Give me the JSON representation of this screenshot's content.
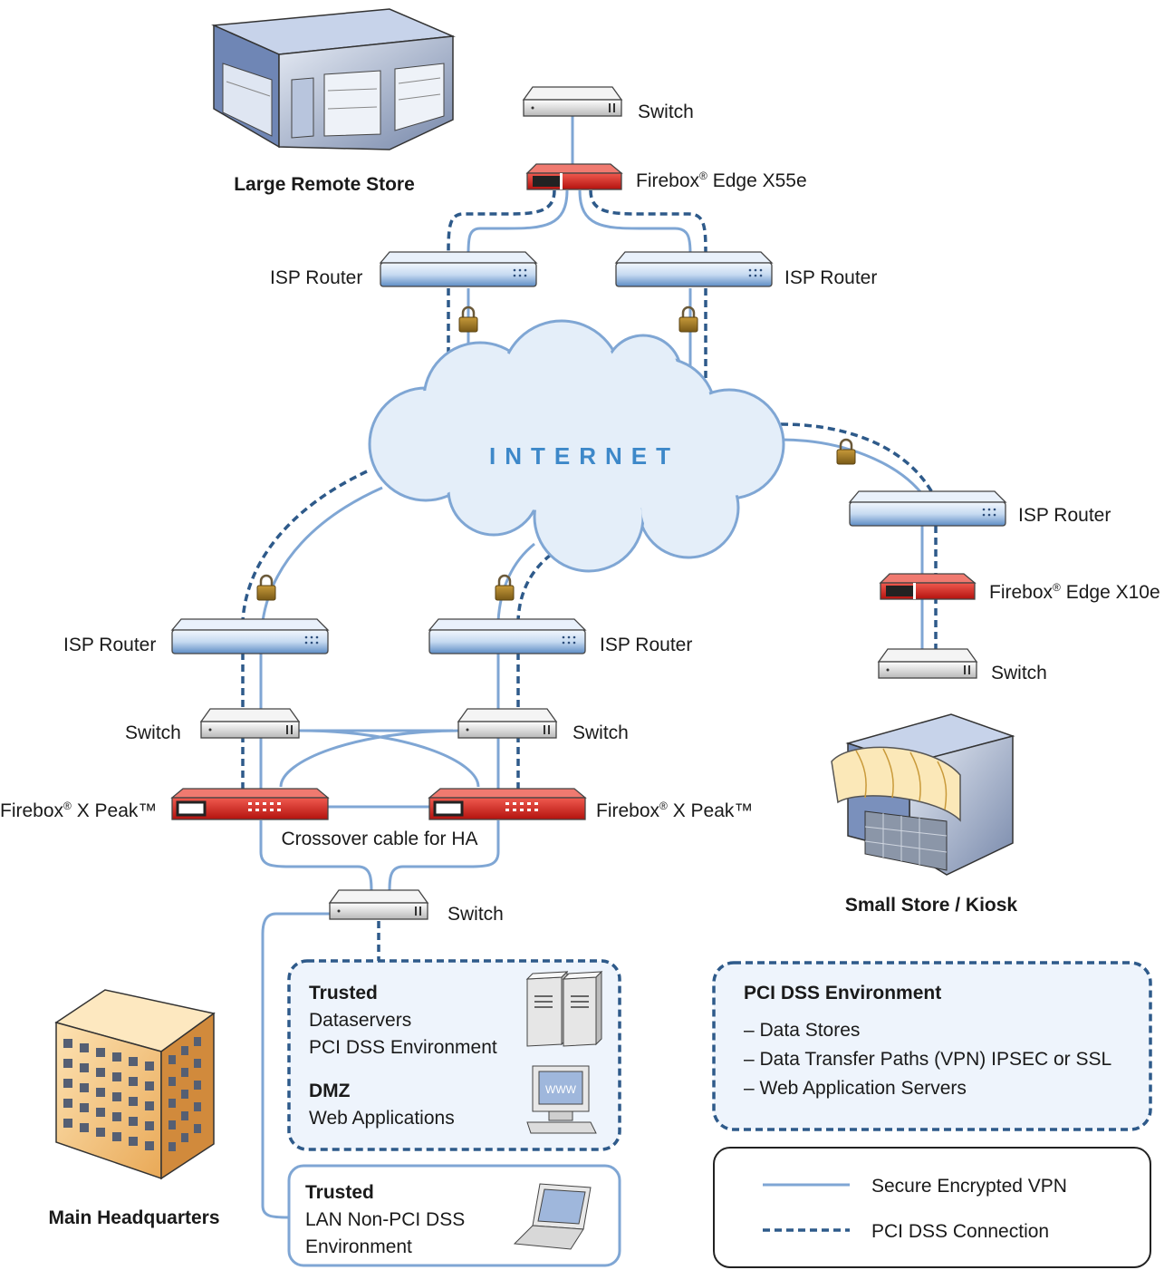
{
  "internet_label": "INTERNET",
  "large_remote_store": {
    "name": "Large Remote Store",
    "switch": "Switch",
    "firebox_brand": "Firebox",
    "firebox_model": " Edge X55e",
    "isp_left": "ISP Router",
    "isp_right": "ISP Router"
  },
  "small_store": {
    "name": "Small Store / Kiosk",
    "isp": "ISP Router",
    "firebox_brand": "Firebox",
    "firebox_model": " Edge X10e",
    "switch": "Switch"
  },
  "hq": {
    "name": "Main Headquarters",
    "isp_left": "ISP Router",
    "isp_right": "ISP Router",
    "switch_left": "Switch",
    "switch_right": "Switch",
    "firebox_brand": "Firebox",
    "firebox_model": " X Peak™",
    "crossover": "Crossover cable for HA",
    "core_switch": "Switch"
  },
  "trusted_box": {
    "heading": "Trusted",
    "line1": "Dataservers",
    "line2": "PCI DSS Environment",
    "dmz_heading": "DMZ",
    "dmz_line": "Web Applications",
    "www": "WWW"
  },
  "lan_box": {
    "heading": "Trusted",
    "line1": "LAN Non-PCI DSS",
    "line2": "Environment"
  },
  "pci_box": {
    "title": "PCI DSS Environment",
    "items": [
      "Data Stores",
      "Data Transfer Paths (VPN) IPSEC or SSL",
      "Web Application Servers"
    ]
  },
  "legend": {
    "vpn": "Secure Encrypted VPN",
    "pci": "PCI DSS Connection"
  },
  "colors": {
    "vpn_line": "#7fa6d4",
    "pci_line": "#2e5a8a",
    "firebox_red": "#d9231f",
    "router_blue": "#9cbfe6",
    "cloud_fill": "#e4eef9",
    "internet_text": "#3d88c9"
  }
}
